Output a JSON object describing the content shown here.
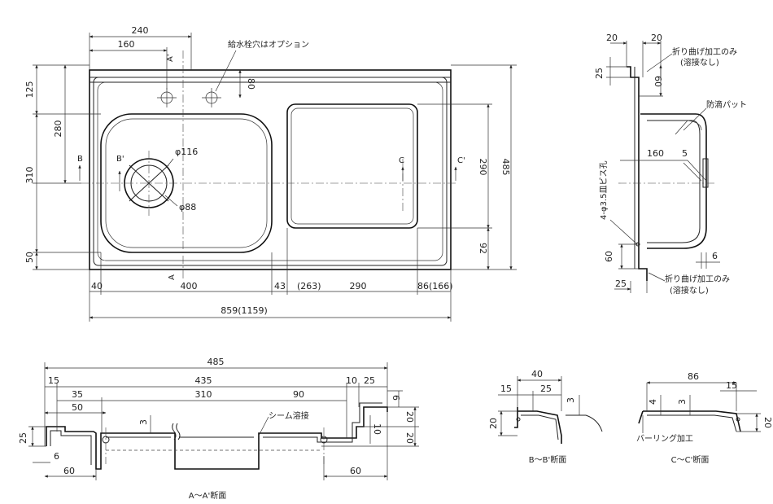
{
  "plan": {
    "dims": {
      "d240": "240",
      "d160": "160",
      "d125": "125",
      "d280": "280",
      "d310": "310",
      "d50": "50",
      "d80": "80",
      "d290": "290",
      "d92": "92",
      "d485": "485",
      "b40": "40",
      "b400": "400",
      "b43": "43",
      "b263": "(263)",
      "b290": "290",
      "b86": "86(166)",
      "total": "859(1159)"
    },
    "note_faucet": "給水栓穴はオプション",
    "drain_outer": "φ116",
    "drain_inner": "φ88",
    "sec_a_top": "A'",
    "sec_a_bot": "A",
    "sec_b": "B",
    "sec_b2": "B'",
    "sec_c": "C",
    "sec_c2": "C'"
  },
  "side": {
    "d20a": "20",
    "d20b": "20",
    "d25top": "25",
    "d60top": "60",
    "d160": "160",
    "d5": "5",
    "d60bot": "60",
    "d6": "6",
    "d25bot": "25",
    "note_top": [
      "折り曲げ加工のみ",
      "(溶接なし)"
    ],
    "note_pad": "防滴パット",
    "note_screw": "4-φ3.5皿ビス孔",
    "note_bot": [
      "折り曲げ加工のみ",
      "(溶接なし)"
    ]
  },
  "section_a": {
    "d485": "485",
    "d15": "15",
    "d435": "435",
    "d10": "10",
    "d25": "25",
    "d35": "35",
    "d310": "310",
    "d90": "90",
    "d50": "50",
    "d6r": "6",
    "d20a": "20",
    "d20b": "20",
    "d10v": "10",
    "d3": "3",
    "d25l": "25",
    "d6l": "6",
    "d60l": "60",
    "d60r": "60",
    "note_seam": "シーム溶接",
    "caption": "A～A'断面"
  },
  "section_b": {
    "d40": "40",
    "d15": "15",
    "d25": "25",
    "d3": "3",
    "d20": "20",
    "caption": "B～B'断面"
  },
  "section_c": {
    "d86": "86",
    "d15": "15",
    "d4": "4",
    "d3": "3",
    "d20": "20",
    "note_burring": "バーリング加工",
    "caption": "C～C'断面"
  }
}
